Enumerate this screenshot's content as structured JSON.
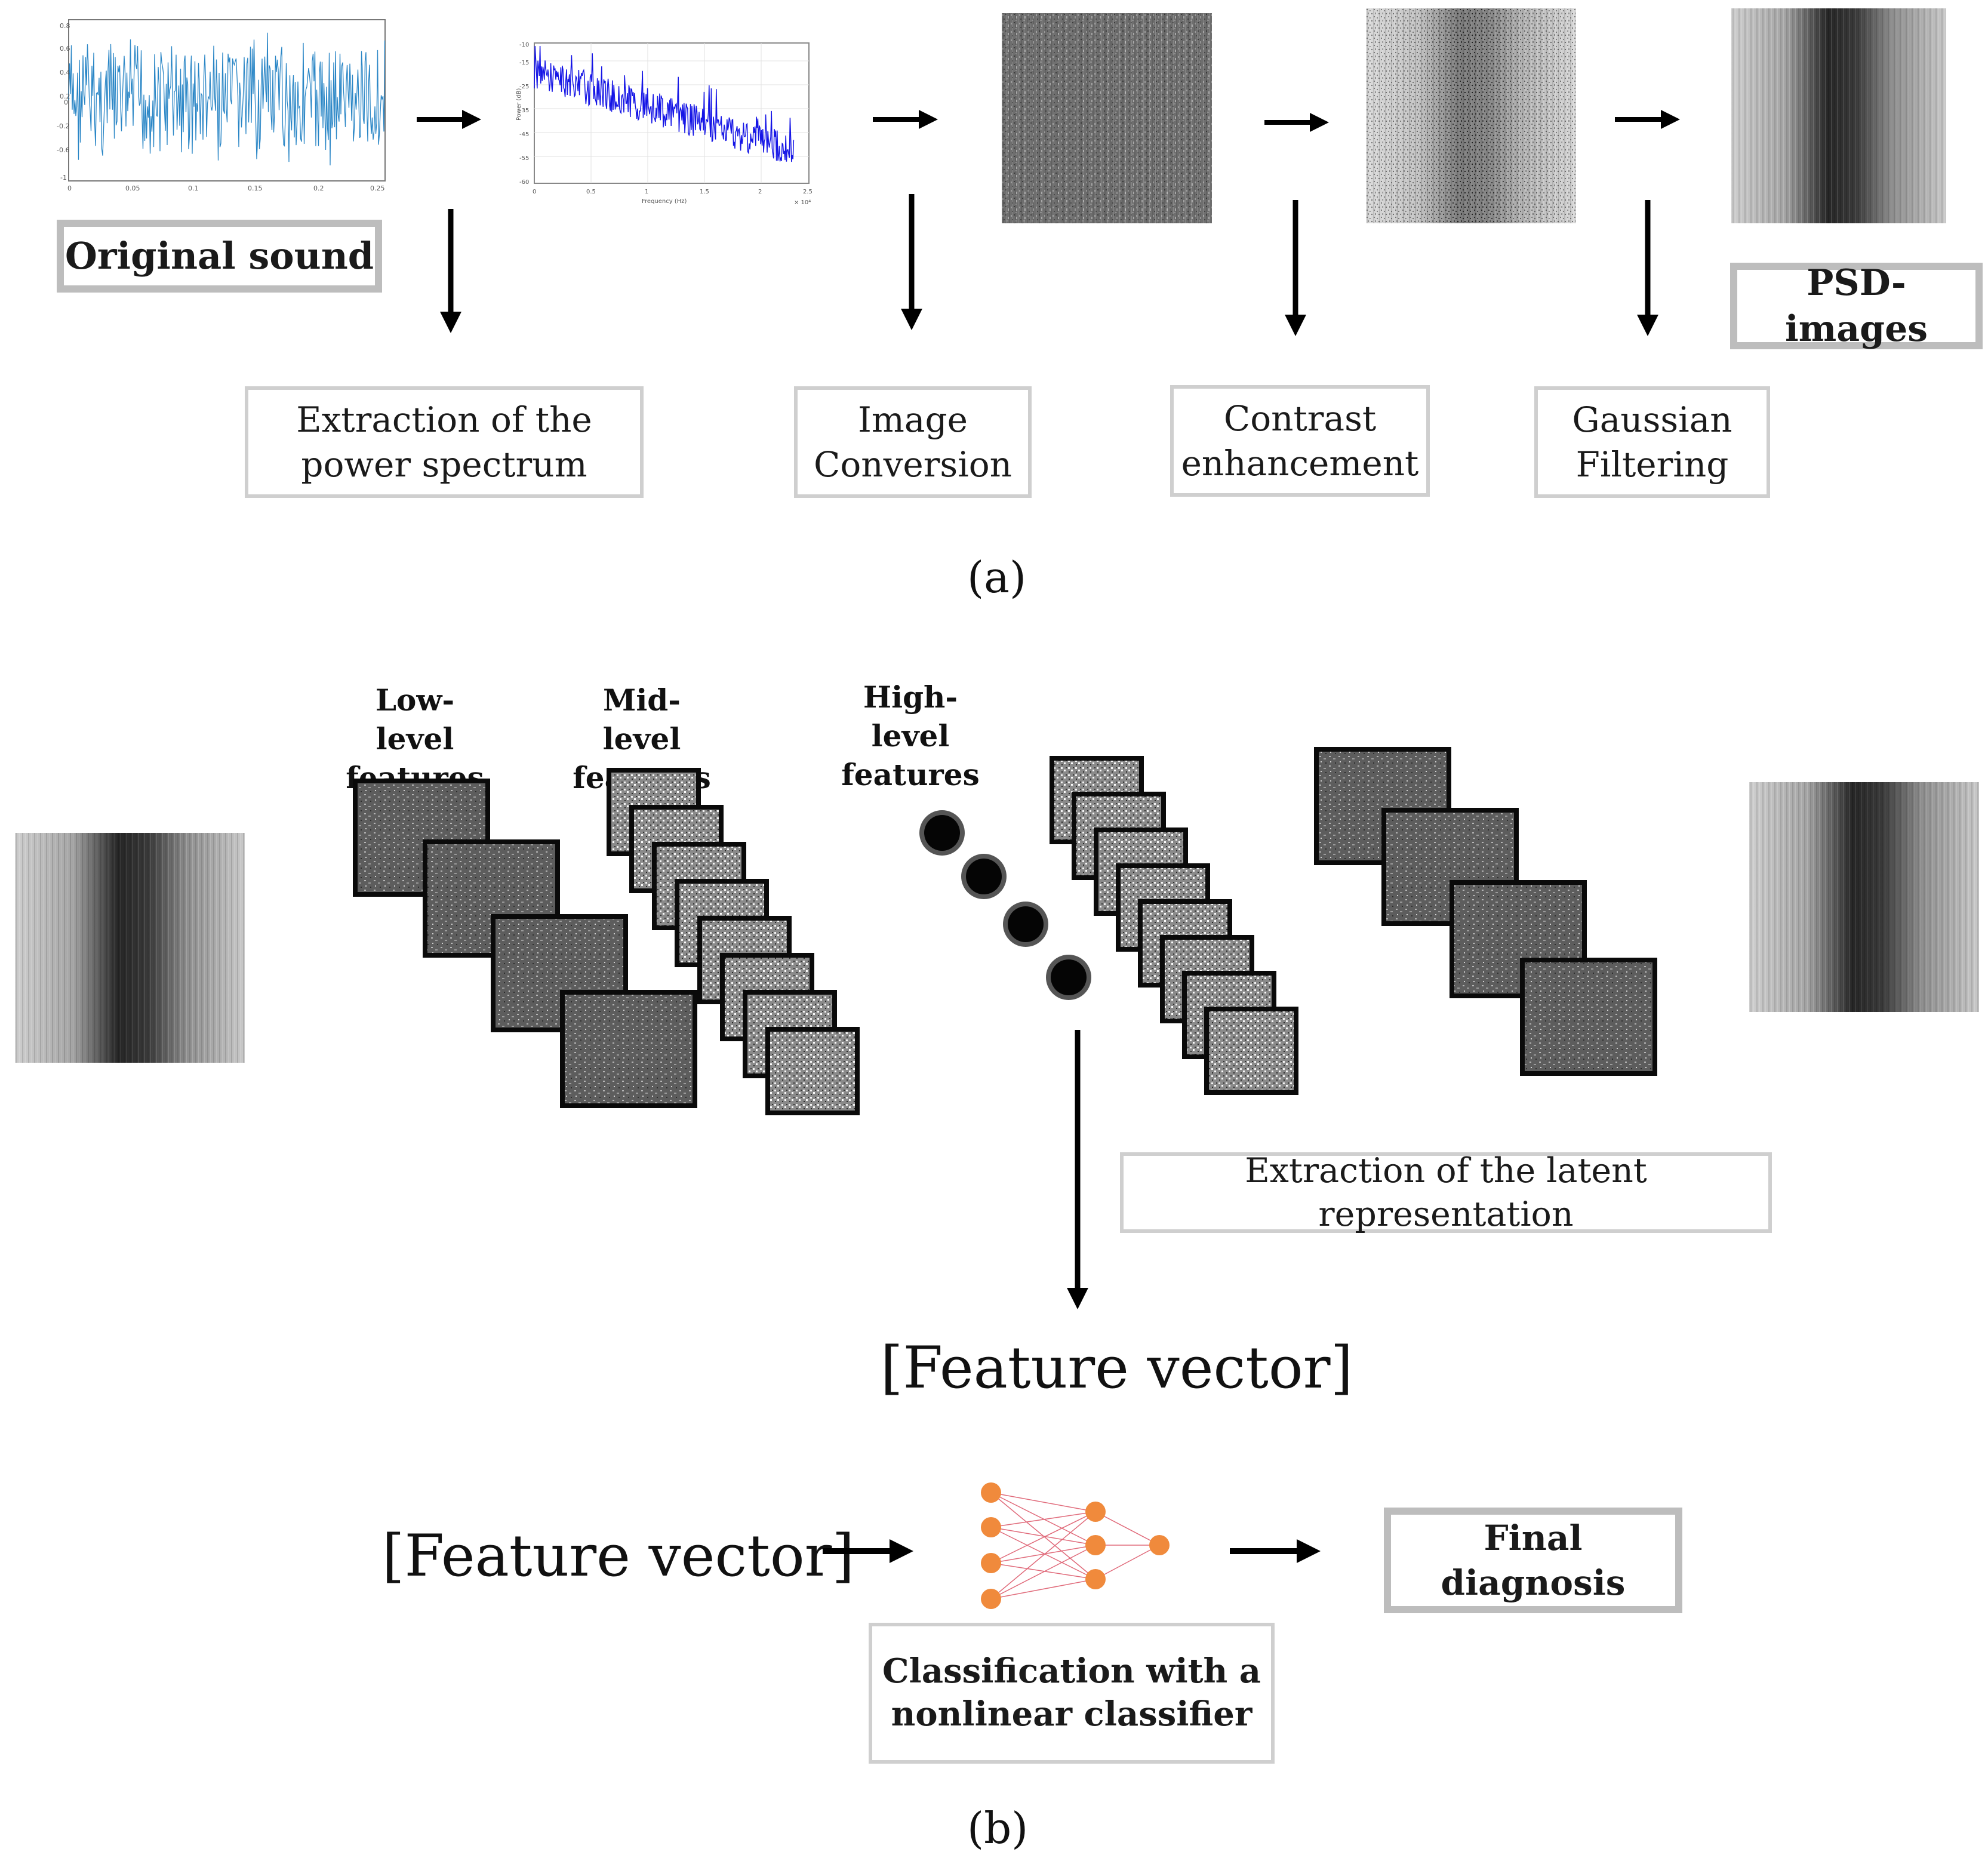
{
  "panel_a": {
    "caption": "(a)",
    "steps": {
      "original_sound": "Original sound",
      "power_spectrum": [
        "Extraction of the",
        "power spectrum"
      ],
      "image_conversion": [
        "Image",
        "Conversion"
      ],
      "contrast": [
        "Contrast",
        "enhancement"
      ],
      "gaussian": [
        "Gaussian",
        "Filtering"
      ],
      "psd_images": "PSD-images"
    }
  },
  "panel_b": {
    "caption": "(b)",
    "feature_labels": {
      "low": [
        "Low-level",
        "features"
      ],
      "mid": [
        "Mid-level",
        "features"
      ],
      "high": [
        "High-level",
        "features"
      ]
    },
    "latent": "Extraction of the latent representation",
    "feature_vector": "[Feature vector]",
    "feature_vector_2": "[Feature vector]",
    "classifier": [
      "Classification  with a",
      "nonlinear classifier"
    ],
    "final": "Final diagnosis"
  },
  "colors": {
    "signal": "#2a86c6",
    "spectrum": "#1515e6",
    "neuron": "#f08a3c",
    "neuron_link": "#e06a7a",
    "box_border": "#cfcfcf"
  }
}
